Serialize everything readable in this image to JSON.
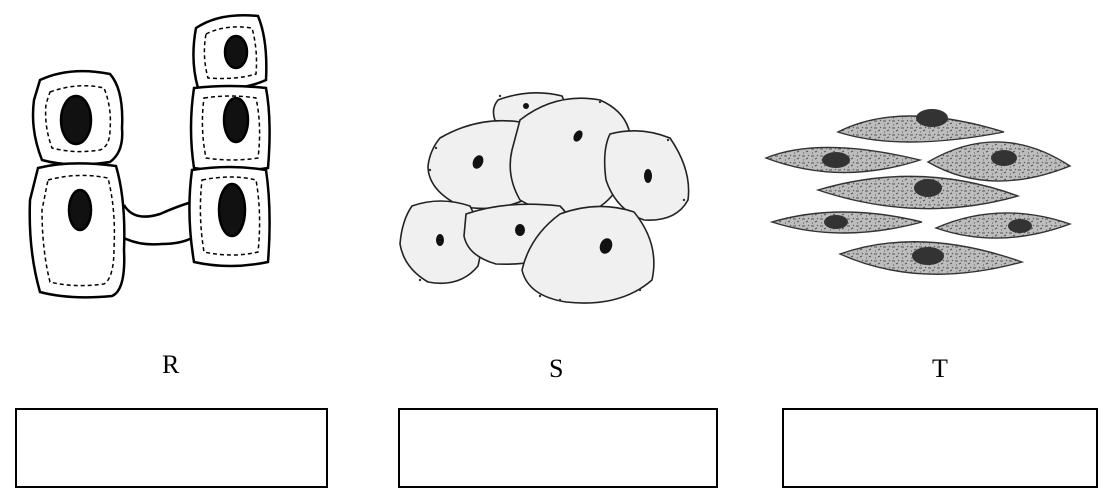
{
  "figures": {
    "R": {
      "label": "R"
    },
    "S": {
      "label": "S"
    },
    "T": {
      "label": "T"
    }
  },
  "answer_boxes": [
    {
      "value": ""
    },
    {
      "value": ""
    },
    {
      "value": ""
    }
  ]
}
